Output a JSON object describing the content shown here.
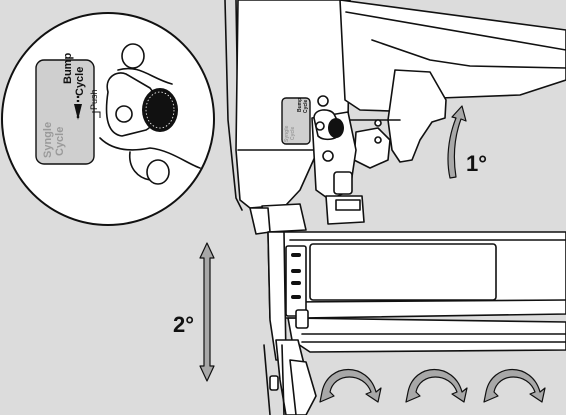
{
  "colors": {
    "background": "#dcdcdc",
    "line": "#111111",
    "part_fill": "#ffffff",
    "switch_plate": "#cfcfcf",
    "inactive_text": "#9a9a9a",
    "arrow_fill": "#a8a8a8"
  },
  "labels": {
    "step_1": "1°",
    "step_2": "2°",
    "bump": "Bump",
    "cycle_a": "Cycle",
    "push": "Push",
    "syngle": "Syngle",
    "cycle_b": "Cycle"
  },
  "icons": [
    "curved-arrow-up-icon",
    "vertical-double-arrow-icon",
    "rotate-arrow-icon"
  ]
}
